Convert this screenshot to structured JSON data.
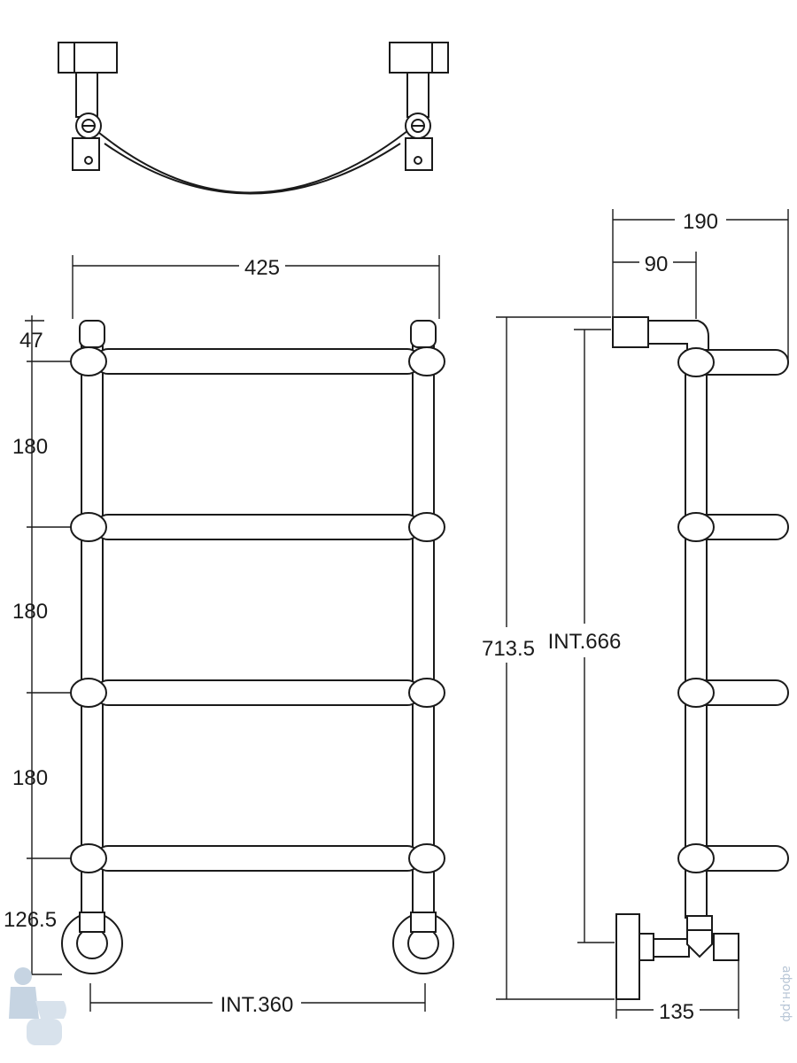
{
  "dimensions": {
    "overall_width": "425",
    "top_offset": "47",
    "spacing_1": "180",
    "spacing_2": "180",
    "spacing_3": "180",
    "bottom_offset": "126.5",
    "inner_width": "INT.360",
    "overall_height": "713.5",
    "inner_height": "INT.666",
    "depth_total": "190",
    "depth_wall": "90",
    "depth_bottom": "135"
  },
  "watermark": {
    "text": "афон.рф"
  },
  "colors": {
    "line": "#1a1a1a",
    "background": "#ffffff",
    "watermark": "#b8c6d6"
  }
}
